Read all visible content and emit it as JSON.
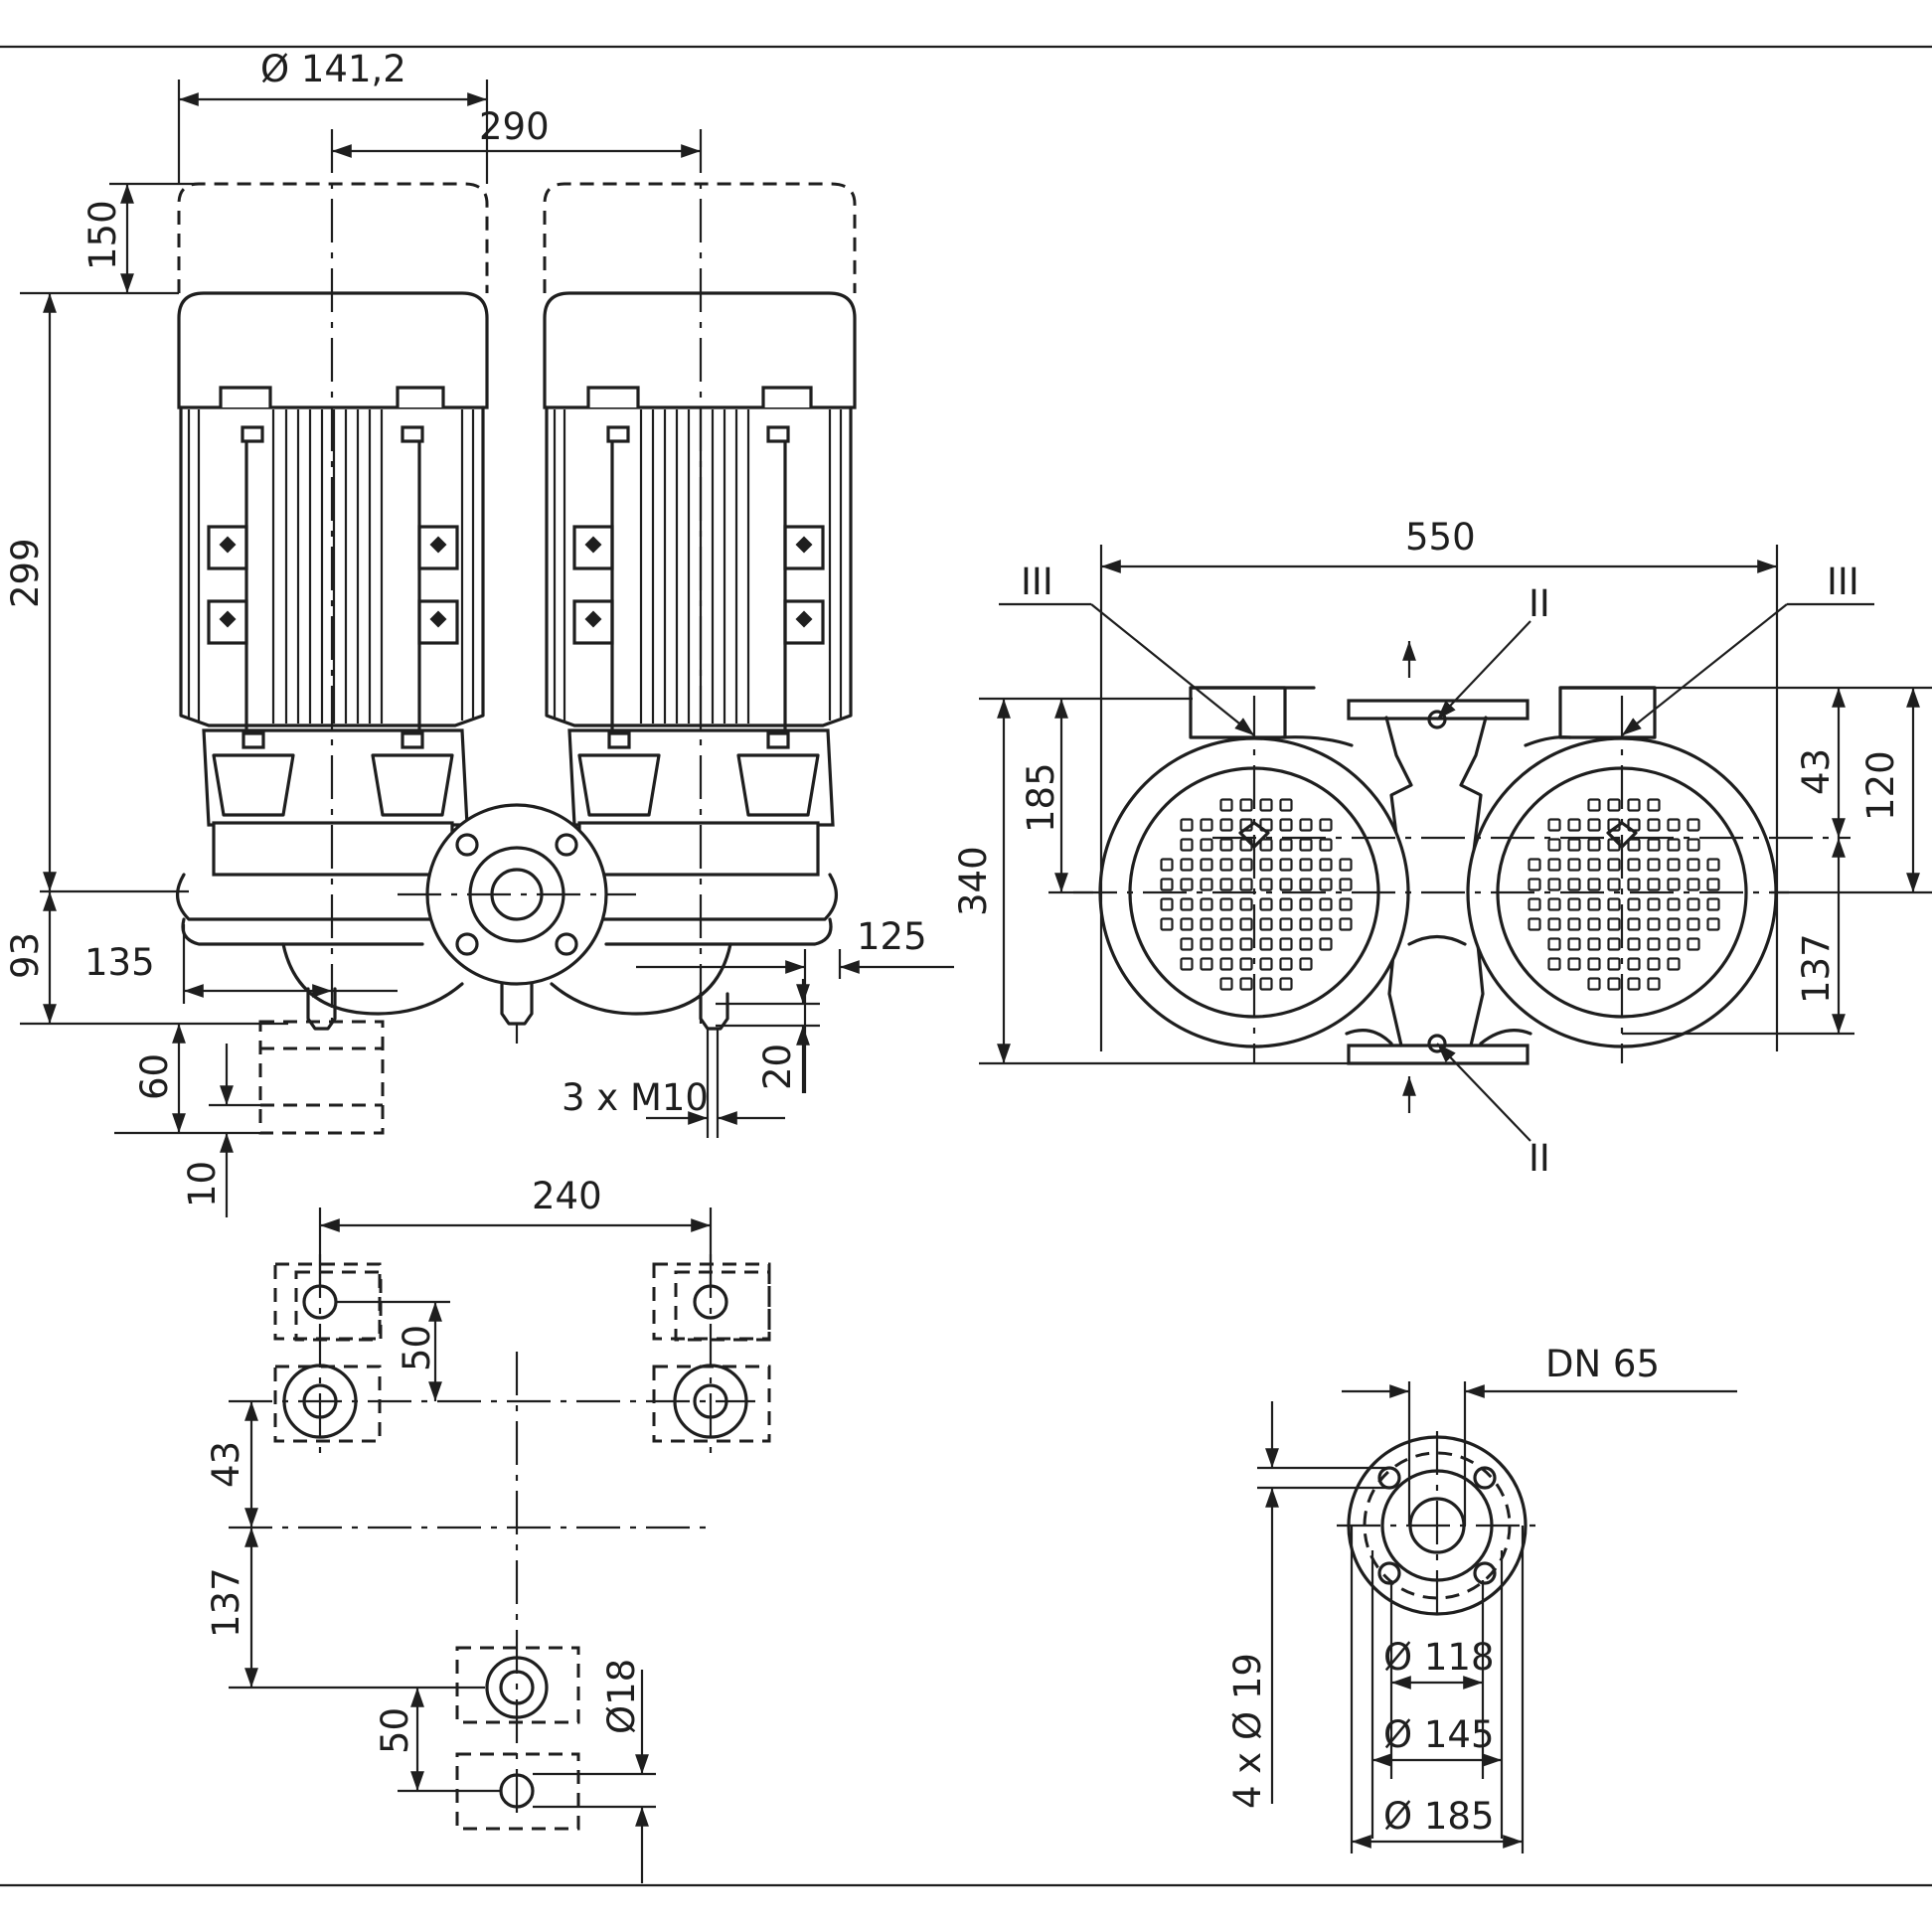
{
  "colors": {
    "line": "#1e1e1e",
    "background": "#ffffff"
  },
  "dimensions": {
    "dia_141": "Ø 141,2",
    "d290": "290",
    "d150": "150",
    "d299": "299",
    "d93": "93",
    "d135": "135",
    "d125": "125",
    "d60": "60",
    "d10": "10",
    "d20": "20",
    "m10": "3 x M10",
    "d550": "550",
    "d340": "340",
    "d185": "185",
    "d43r": "43",
    "d120": "120",
    "d137r": "137",
    "d240": "240",
    "d50a": "50",
    "d43b": "43",
    "d137b": "137",
    "d50b": "50",
    "dia18": "Ø18",
    "dn65": "DN 65",
    "dia118": "Ø 118",
    "dia145": "Ø 145",
    "dia185": "Ø 185",
    "holes": "4 x Ø 19",
    "markers": {
      "III_left": "III",
      "III_right": "III",
      "II_top": "II",
      "II_bottom": "II"
    }
  }
}
